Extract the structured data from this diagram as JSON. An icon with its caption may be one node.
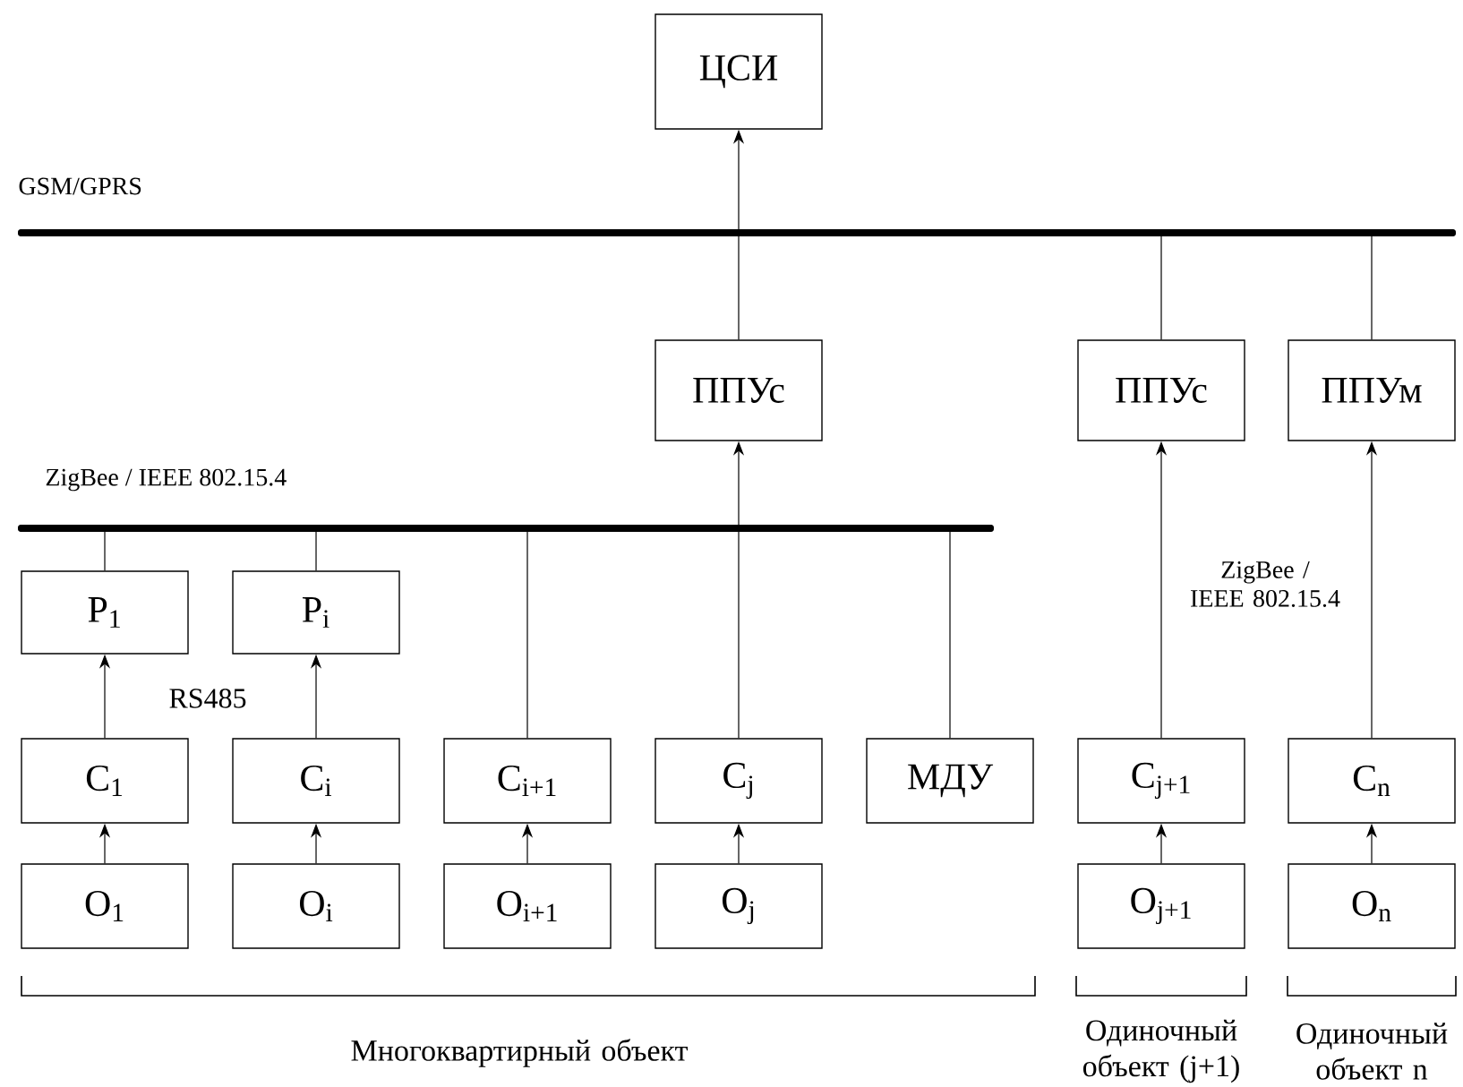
{
  "diagram": {
    "nodes": [
      {
        "text": [
          "ЦСИ"
        ]
      },
      {
        "text": [],
        "shape": "bar",
        "beside": [
          "GSM/GPRS"
        ]
      },
      {
        "text": [
          "ППУс"
        ]
      },
      {
        "text": [
          "ППУс"
        ]
      },
      {
        "text": [
          "ППУм"
        ]
      },
      {
        "text": [],
        "shape": "bar",
        "beside": [
          "ZigBee / IEEE 802.15.4"
        ]
      },
      {
        "text": [
          "Р$_{1}$"
        ]
      },
      {
        "text": [
          "Р$_{i}$"
        ]
      },
      {
        "text": [
          "С$_{1}$"
        ]
      },
      {
        "text": [
          "С$_{i}$"
        ]
      },
      {
        "text": [
          "С$_{i+1}$"
        ]
      },
      {
        "text": [
          "С$_{j}$"
        ]
      },
      {
        "text": [
          "МДУ"
        ]
      },
      {
        "text": [
          "С$_{j+1}$"
        ]
      },
      {
        "text": [
          "С$_{n}$"
        ]
      },
      {
        "text": [
          "О$_{1}$"
        ]
      },
      {
        "text": [
          "О$_{i}$"
        ]
      },
      {
        "text": [
          "О$_{i+1}$"
        ]
      },
      {
        "text": [
          "О$_{j}$"
        ]
      },
      {
        "text": [
          "О$_{j+1}$"
        ]
      },
      {
        "text": [
          "О$_{n}$"
        ]
      }
    ],
    "edges": [
      {
        "from": 1,
        "to": 0,
        "arrow": "to"
      },
      {
        "from": 2,
        "to": 1,
        "arrow": "none"
      },
      {
        "from": 3,
        "to": 1,
        "arrow": "none"
      },
      {
        "from": 4,
        "to": 1,
        "arrow": "none"
      },
      {
        "from": 5,
        "to": 2,
        "arrow": "to"
      },
      {
        "from": 6,
        "to": 5,
        "arrow": "none"
      },
      {
        "from": 7,
        "to": 5,
        "arrow": "none"
      },
      {
        "from": 10,
        "to": 5,
        "arrow": "none"
      },
      {
        "from": 11,
        "to": 5,
        "arrow": "none"
      },
      {
        "from": 12,
        "to": 5,
        "arrow": "none"
      },
      {
        "from": 8,
        "to": 6,
        "arrow": "to"
      },
      {
        "from": 9,
        "to": 7,
        "arrow": "to"
      },
      {
        "from": 13,
        "to": 3,
        "arrow": "to",
        "label": "ZigBee / IEEE 802.15.4"
      },
      {
        "from": 14,
        "to": 4,
        "arrow": "to"
      },
      {
        "from": 15,
        "to": 8,
        "arrow": "to"
      },
      {
        "from": 16,
        "to": 9,
        "arrow": "to"
      },
      {
        "from": 17,
        "to": 10,
        "arrow": "to"
      },
      {
        "from": 18,
        "to": 11,
        "arrow": "to"
      },
      {
        "from": 19,
        "to": 13,
        "arrow": "to"
      },
      {
        "from": 20,
        "to": 14,
        "arrow": "to"
      }
    ],
    "labels": [
      "RS485",
      "Многоквартирный объект",
      "Одиночный объект (j+1)",
      "Одиночный объект n"
    ]
  }
}
